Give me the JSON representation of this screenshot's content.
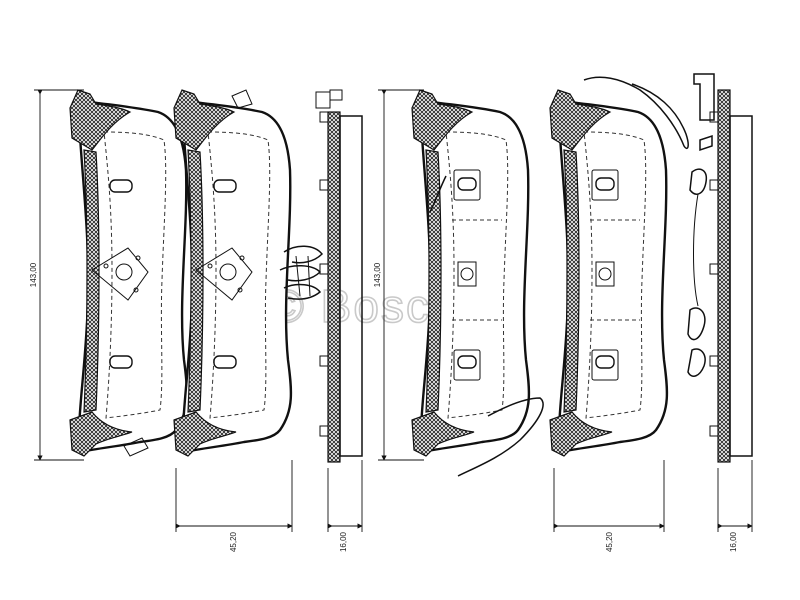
{
  "dimensions": {
    "height_left": "143,00",
    "height_right": "143,00",
    "width_left": "45,20",
    "width_right": "45,20",
    "thickness_left": "16,00",
    "thickness_right": "16,00"
  },
  "watermark": "© Bosch"
}
